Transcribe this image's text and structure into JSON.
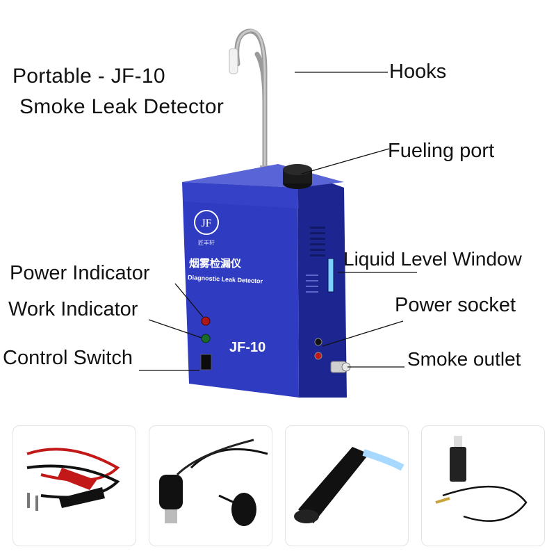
{
  "title": {
    "line1": "Portable - JF-10",
    "line2": "Smoke Leak Detector"
  },
  "callouts": {
    "hooks": "Hooks",
    "fueling_port": "Fueling port",
    "liquid_level_window": "Liquid Level Window",
    "power_socket": "Power socket",
    "smoke_outlet": "Smoke outlet",
    "power_indicator": "Power Indicator",
    "work_indicator": "Work Indicator",
    "control_switch": "Control Switch"
  },
  "device": {
    "logo_text": "JF",
    "chinese_title": "烟雾检漏仪",
    "english_title": "Diagnostic Leak Detector",
    "model": "JF-10",
    "brand_sub": "匠丰轩",
    "color": "#2a36b8"
  },
  "accessories": [
    {
      "name": "battery-clamp-cables"
    },
    {
      "name": "hose-with-bulb-and-adapter"
    },
    {
      "name": "cone-adapter"
    },
    {
      "name": "smoke-oil-bottle-and-hose"
    }
  ]
}
